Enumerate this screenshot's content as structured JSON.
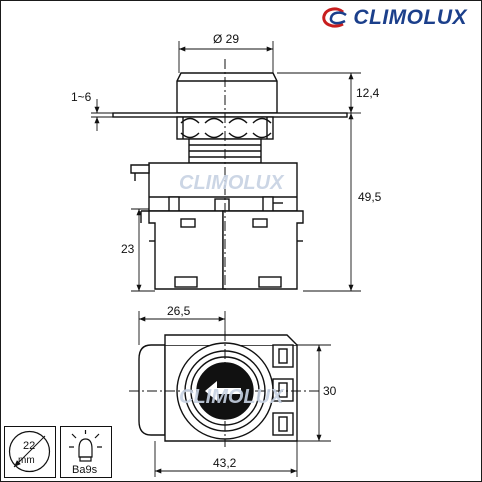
{
  "brand": {
    "name": "CLIMOLUX",
    "logo_icon": "c-swirl-icon",
    "color": "#1b3f8b"
  },
  "watermark": {
    "text": "CLIMOLUX",
    "color": "#c7d2e3"
  },
  "dimensions": {
    "diameter": "Ø 29",
    "panel_thickness": "1~6",
    "height_above_panel": "12,4",
    "total_height": "49,5",
    "block_height": "23",
    "actuator_width": "26,5",
    "body_depth": "30",
    "body_width": "43,2"
  },
  "badges": {
    "hole": {
      "value": "22",
      "unit": "mm",
      "icon": "mounting-hole-icon"
    },
    "lamp": {
      "label": "Ba9s",
      "icon": "lamp-bulb-icon"
    }
  }
}
